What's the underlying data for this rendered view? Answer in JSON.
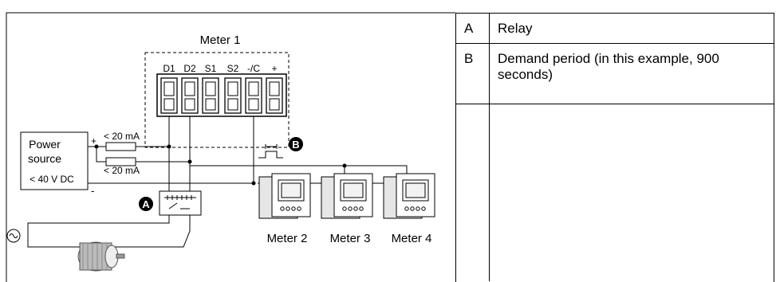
{
  "diagram": {
    "meter1_label": "Meter 1",
    "terminals": [
      "D1",
      "D2",
      "S1",
      "S2",
      "-/C",
      "+"
    ],
    "power_source": {
      "line1": "Power",
      "line2": "source",
      "voltage": "< 40 V DC",
      "plus": "+",
      "minus": "-"
    },
    "resistor1_label": "< 20 mA",
    "resistor2_label": "< 20 mA",
    "markers": {
      "relay": "A",
      "demand": "B"
    },
    "meters": [
      "Meter 2",
      "Meter 3",
      "Meter 4"
    ]
  },
  "legend": {
    "rows": [
      {
        "code": "A",
        "text": "Relay"
      },
      {
        "code": "B",
        "text": "Demand period (in this example, 900 seconds)"
      },
      {
        "code": "",
        "text": ""
      }
    ]
  }
}
